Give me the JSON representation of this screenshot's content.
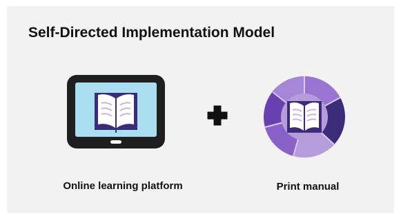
{
  "title": "Self-Directed Implementation Model",
  "items": [
    {
      "label": "Online learning platform",
      "icon": "tablet-book-icon"
    },
    {
      "label": "Print manual",
      "icon": "manual-book-icon"
    }
  ],
  "operator": {
    "icon": "plus-icon"
  },
  "colors": {
    "background": "#f2f2f2",
    "tablet_frame": "#1f1f1f",
    "tablet_screen": "#a9dff0",
    "book_cover": "#3b2c7a",
    "book_pages": "#ffffff",
    "book_lines": "#c5b4e4",
    "circle_light": "#b59ddc",
    "circle_mid": "#7f56c2",
    "circle_dark": "#3b2c7a"
  }
}
